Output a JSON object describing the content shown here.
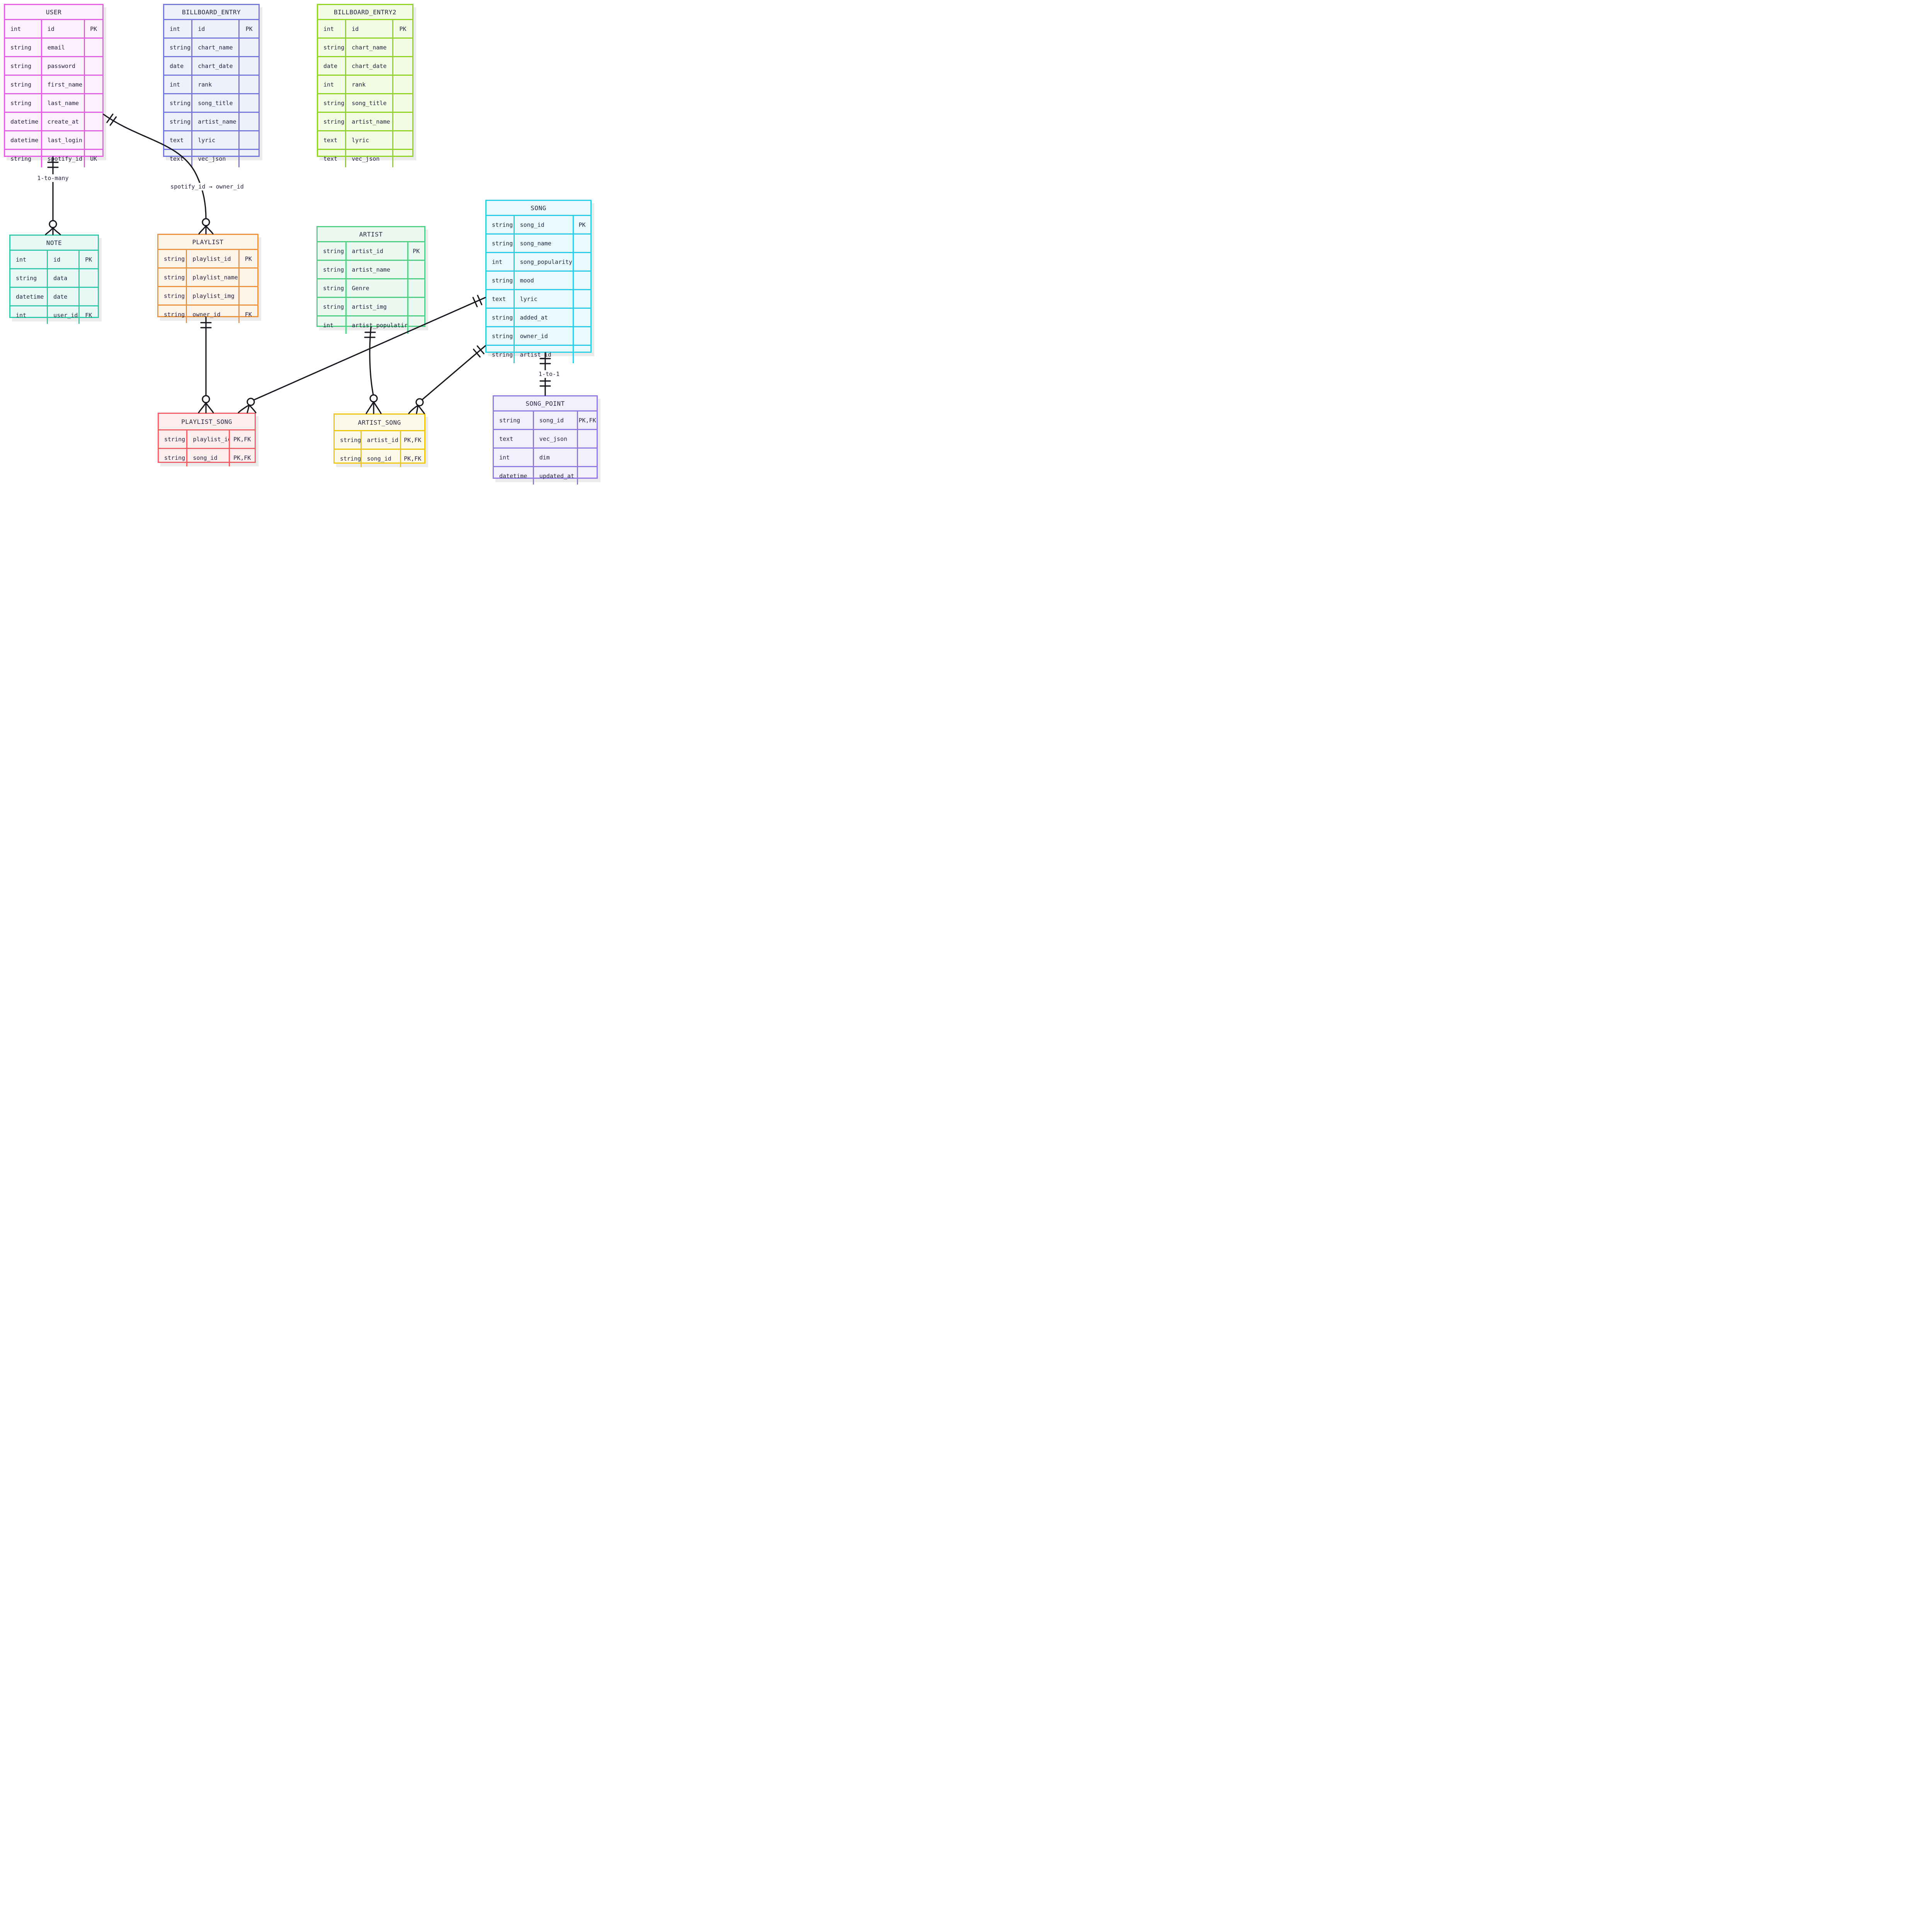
{
  "diagram": {
    "background": "#ffffff",
    "edge_color": "#16161e",
    "text_color": "#262643"
  },
  "entities": [
    {
      "id": "user",
      "name": "USER",
      "border_color": "#e75fe7",
      "fill_color": "#fdf1fd",
      "rows": [
        {
          "type": "int",
          "name": "id",
          "key": "PK"
        },
        {
          "type": "string",
          "name": "email",
          "key": ""
        },
        {
          "type": "string",
          "name": "password",
          "key": ""
        },
        {
          "type": "string",
          "name": "first_name",
          "key": ""
        },
        {
          "type": "string",
          "name": "last_name",
          "key": ""
        },
        {
          "type": "datetime",
          "name": "create_at",
          "key": ""
        },
        {
          "type": "datetime",
          "name": "last_login",
          "key": ""
        },
        {
          "type": "string",
          "name": "spotify_id",
          "key": "UK"
        }
      ]
    },
    {
      "id": "billboard_entry",
      "name": "BILLBOARD_ENTRY",
      "border_color": "#7579df",
      "fill_color": "#eef0fb",
      "rows": [
        {
          "type": "int",
          "name": "id",
          "key": "PK"
        },
        {
          "type": "string",
          "name": "chart_name",
          "key": ""
        },
        {
          "type": "date",
          "name": "chart_date",
          "key": ""
        },
        {
          "type": "int",
          "name": "rank",
          "key": ""
        },
        {
          "type": "string",
          "name": "song_title",
          "key": ""
        },
        {
          "type": "string",
          "name": "artist_name",
          "key": ""
        },
        {
          "type": "text",
          "name": "lyric",
          "key": ""
        },
        {
          "type": "text",
          "name": "vec_json",
          "key": ""
        }
      ]
    },
    {
      "id": "billboard_entry2",
      "name": "BILLBOARD_ENTRY2",
      "border_color": "#90d525",
      "fill_color": "#f3fbe3",
      "rows": [
        {
          "type": "int",
          "name": "id",
          "key": "PK"
        },
        {
          "type": "string",
          "name": "chart_name",
          "key": ""
        },
        {
          "type": "date",
          "name": "chart_date",
          "key": ""
        },
        {
          "type": "int",
          "name": "rank",
          "key": ""
        },
        {
          "type": "string",
          "name": "song_title",
          "key": ""
        },
        {
          "type": "string",
          "name": "artist_name",
          "key": ""
        },
        {
          "type": "text",
          "name": "lyric",
          "key": ""
        },
        {
          "type": "text",
          "name": "vec_json",
          "key": ""
        }
      ]
    },
    {
      "id": "note",
      "name": "NOTE",
      "border_color": "#30ccab",
      "fill_color": "#e9faf6",
      "rows": [
        {
          "type": "int",
          "name": "id",
          "key": "PK"
        },
        {
          "type": "string",
          "name": "data",
          "key": ""
        },
        {
          "type": "datetime",
          "name": "date",
          "key": ""
        },
        {
          "type": "int",
          "name": "user_id",
          "key": "FK"
        }
      ]
    },
    {
      "id": "playlist",
      "name": "PLAYLIST",
      "border_color": "#f0953e",
      "fill_color": "#fdf3e8",
      "rows": [
        {
          "type": "string",
          "name": "playlist_id",
          "key": "PK"
        },
        {
          "type": "string",
          "name": "playlist_name",
          "key": ""
        },
        {
          "type": "string",
          "name": "playlist_img",
          "key": ""
        },
        {
          "type": "string",
          "name": "owner_id",
          "key": "FK"
        }
      ]
    },
    {
      "id": "artist",
      "name": "ARTIST",
      "border_color": "#4fd183",
      "fill_color": "#ecf9f1",
      "rows": [
        {
          "type": "string",
          "name": "artist_id",
          "key": "PK"
        },
        {
          "type": "string",
          "name": "artist_name",
          "key": ""
        },
        {
          "type": "string",
          "name": "Genre",
          "key": ""
        },
        {
          "type": "string",
          "name": "artist_img",
          "key": ""
        },
        {
          "type": "int",
          "name": "artist_populatiry",
          "key": ""
        }
      ]
    },
    {
      "id": "song",
      "name": "SONG",
      "border_color": "#29cfe8",
      "fill_color": "#e9fafd",
      "rows": [
        {
          "type": "string",
          "name": "song_id",
          "key": "PK"
        },
        {
          "type": "string",
          "name": "song_name",
          "key": ""
        },
        {
          "type": "int",
          "name": "song_popularity",
          "key": ""
        },
        {
          "type": "string",
          "name": "mood",
          "key": ""
        },
        {
          "type": "text",
          "name": "lyric",
          "key": ""
        },
        {
          "type": "string",
          "name": "added_at",
          "key": ""
        },
        {
          "type": "string",
          "name": "owner_id",
          "key": ""
        },
        {
          "type": "string",
          "name": "artist_id",
          "key": ""
        }
      ]
    },
    {
      "id": "playlist_song",
      "name": "PLAYLIST_SONG",
      "border_color": "#f06066",
      "fill_color": "#fdeeee",
      "rows": [
        {
          "type": "string",
          "name": "playlist_id",
          "key": "PK,FK"
        },
        {
          "type": "string",
          "name": "song_id",
          "key": "PK,FK"
        }
      ]
    },
    {
      "id": "artist_song",
      "name": "ARTIST_SONG",
      "border_color": "#f4c50d",
      "fill_color": "#fdfae9",
      "rows": [
        {
          "type": "string",
          "name": "artist_id",
          "key": "PK,FK"
        },
        {
          "type": "string",
          "name": "song_id",
          "key": "PK,FK"
        }
      ]
    },
    {
      "id": "song_point",
      "name": "SONG_POINT",
      "border_color": "#9277e9",
      "fill_color": "#f2f0fc",
      "rows": [
        {
          "type": "string",
          "name": "song_id",
          "key": "PK,FK"
        },
        {
          "type": "text",
          "name": "vec_json",
          "key": ""
        },
        {
          "type": "int",
          "name": "dim",
          "key": ""
        },
        {
          "type": "datetime",
          "name": "updated_at",
          "key": ""
        }
      ]
    }
  ],
  "relationships": [
    {
      "id": "user-note",
      "from_entity": "USER",
      "to_entity": "NOTE",
      "label": "1-to-many",
      "from_cardinality": "exactly-one",
      "to_cardinality": "zero-or-many"
    },
    {
      "id": "user-playlist",
      "from_entity": "USER",
      "to_entity": "PLAYLIST",
      "label": "spotify_id → owner_id",
      "from_cardinality": "exactly-one",
      "to_cardinality": "zero-or-many"
    },
    {
      "id": "playlist-playlist_song",
      "from_entity": "PLAYLIST",
      "to_entity": "PLAYLIST_SONG",
      "label": "",
      "from_cardinality": "exactly-one",
      "to_cardinality": "zero-or-many"
    },
    {
      "id": "song-playlist_song",
      "from_entity": "SONG",
      "to_entity": "PLAYLIST_SONG",
      "label": "",
      "from_cardinality": "exactly-one",
      "to_cardinality": "zero-or-many"
    },
    {
      "id": "artist-artist_song",
      "from_entity": "ARTIST",
      "to_entity": "ARTIST_SONG",
      "label": "",
      "from_cardinality": "exactly-one",
      "to_cardinality": "zero-or-many"
    },
    {
      "id": "song-artist_song",
      "from_entity": "SONG",
      "to_entity": "ARTIST_SONG",
      "label": "",
      "from_cardinality": "exactly-one",
      "to_cardinality": "zero-or-many"
    },
    {
      "id": "song-song_point",
      "from_entity": "SONG",
      "to_entity": "SONG_POINT",
      "label": "1-to-1",
      "from_cardinality": "exactly-one",
      "to_cardinality": "exactly-one"
    }
  ]
}
